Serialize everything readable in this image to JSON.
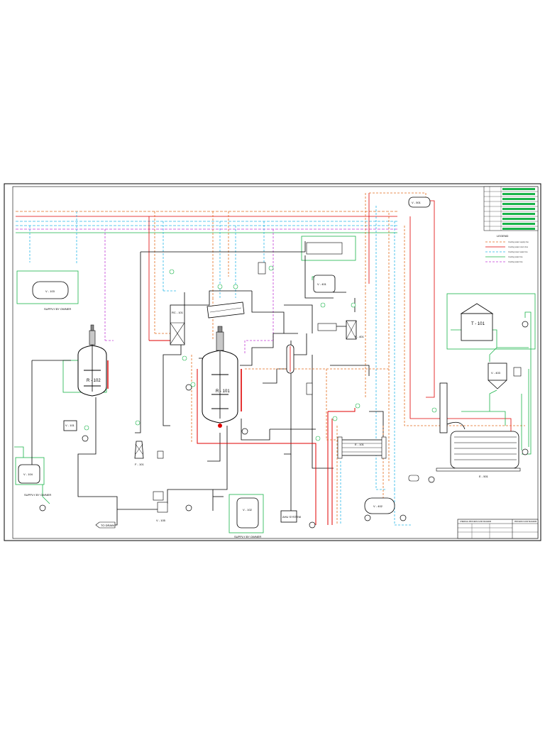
{
  "equipment": {
    "r101": "R - 101",
    "r102": "R - 102",
    "t101": "T - 101",
    "v103": "V - 103",
    "v104": "V - 104",
    "v102": "V - 102",
    "v101": "V - 101",
    "v401": "V - 401",
    "v402": "V - 402",
    "v501": "V - 501",
    "v403": "V - 403",
    "hx101": "E - 101",
    "e501": "E - 501",
    "f101": "F - 101",
    "f401": "F - 401",
    "rc101": "RC - 101",
    "ahu": "AHU SYSTEM",
    "tank_small": "V - 105"
  },
  "labels": {
    "supply_top_left": "SUPPLY BY OWNER",
    "supply_bottom_left": "SUPPLY BY OWNER",
    "supply_bottom_mid": "SUPPLY BY OWNER",
    "drain": "TO DRAIN"
  },
  "legend": {
    "title": "LEGEND",
    "items": [
      {
        "text": "Cooling water supply line",
        "color": "#e36b1c",
        "dash": "3,2"
      },
      {
        "text": "Cooling water return line",
        "color": "#e00000",
        "dash": ""
      },
      {
        "text": "Cooling tower water line",
        "color": "#28b8e8",
        "dash": "3,2"
      },
      {
        "text": "Cooling water line",
        "color": "#1ab44a",
        "dash": ""
      },
      {
        "text": "Cooling water line",
        "color": "#c23bd6",
        "dash": "3,2"
      }
    ]
  },
  "title_block": {
    "left": "CHEMICAL PROCESS FLOW DIAGRAM",
    "right": "PROCESS FLOW DIAGRAM"
  },
  "colors": {
    "process": "#000000",
    "hot": "#e00000",
    "supply": "#e36b1c",
    "cold": "#28b8e8",
    "green": "#1ab44a",
    "purple": "#c23bd6",
    "equip": "#333333"
  }
}
